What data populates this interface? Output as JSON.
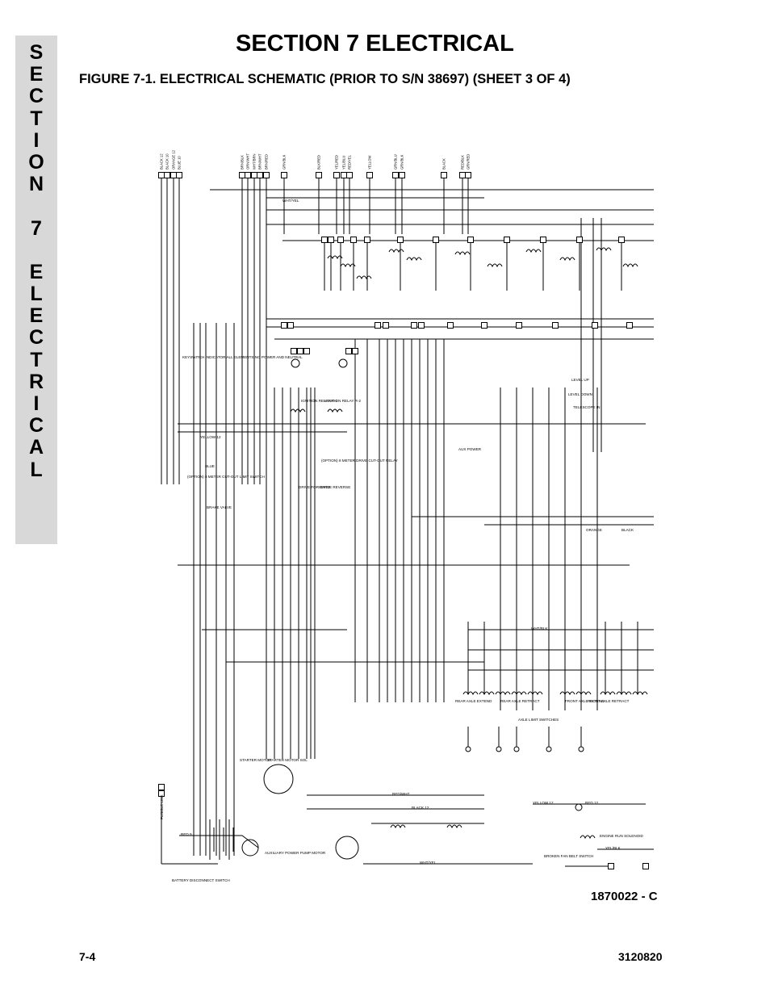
{
  "side_tab": {
    "letters": [
      "S",
      "E",
      "C",
      "T",
      "I",
      "O",
      "N",
      "",
      "7",
      "",
      "E",
      "L",
      "E",
      "C",
      "T",
      "R",
      "I",
      "C",
      "A",
      "L"
    ]
  },
  "header": {
    "section_title": "SECTION 7  ELECTRICAL",
    "figure_title": "FIGURE 7-1.   ELECTRICAL SCHEMATIC (PRIOR TO S/N 38697) (SHEET 3 OF 4)"
  },
  "diagram": {
    "top_wire_labels": [
      "BLACK 12",
      "BLACK 10",
      "ORANGE 12",
      "BLUE 10",
      "BRN/BLK",
      "ORN/WHT",
      "WHT/BRN",
      "BRN/WHT",
      "BRN/RED",
      "GRN/BLK",
      "BLK/RED",
      "YEL/RED",
      "YEL/BLU",
      "RED/YEL",
      "YELLOW",
      "GRN/BLU",
      "GRN/BLK",
      "BLACK",
      "RED/BLK",
      "GRN/RED"
    ],
    "labels": {
      "keyswitch": "KEYSWITCH INDICATOR ALL ELEMENTS NO POWER AND NEUTRAL",
      "ignition_relay_1": "IGNITION RELAY R-1",
      "ignition_relay_2": "IGNITION RELAY R-2",
      "drive_cutout": "(OPTION) 8 METER DRIVE CUT-OUT RELAY",
      "meter_cutout": "(OPTION) 8 METER CUT-OUT LIMIT SWITCH",
      "brake_valve": "BRAKE VALVE",
      "drive_forward": "DRIVE FORWARD",
      "drive_reverse": "DRIVE REVERSE",
      "aux_power": "AUX POWER",
      "level_up": "LEVEL UP",
      "level_down": "LEVEL DOWN",
      "telescope_in": "TELESCOPE IN",
      "starter_motor": "STARTER MOTOR",
      "starter_solenoid": "STARTER MOTOR SOL",
      "aux_pump": "AUXILIARY POWER PUMP MOTOR",
      "battery_switch": "BATTERY DISCONNECT SWITCH",
      "fusible_link": "FUSIBLE LINK",
      "red_9": "RED 9",
      "black_12": "BLACK 12",
      "yellow_12": "YELLOW 12",
      "red_12": "RED 12",
      "blue": "BLUE",
      "orange": "ORANGE",
      "black": "BLACK",
      "axle_limit": "AXLE LIMIT SWITCHES",
      "engine_run": "ENGINE RUN SOLENOID",
      "broken_fan_belt": "BROKEN FAN BELT SWITCH",
      "front_axle_extend": "FRONT AXLE EXTEND",
      "front_axle_retract": "FRONT AXLE RETRACT",
      "rear_axle_extend": "REAR AXLE EXTEND",
      "rear_axle_retract": "REAR AXLE RETRACT",
      "wht_yel": "WHT/YEL",
      "wht_blk": "WHT/BLK",
      "red_wht": "RED/WHT",
      "yel_blk": "YEL/BLK"
    },
    "drawing_number": "1870022 - C"
  },
  "footer": {
    "page_number": "7-4",
    "document_number": "3120820"
  }
}
